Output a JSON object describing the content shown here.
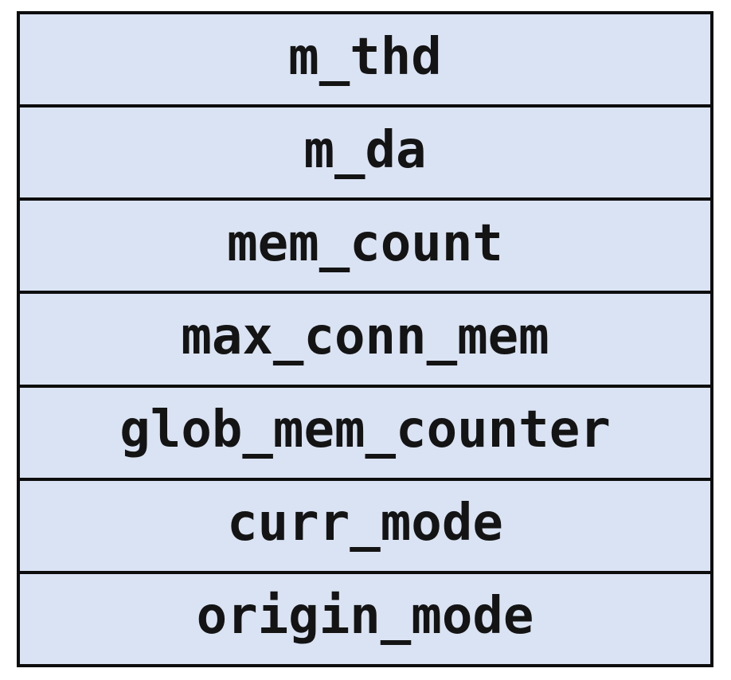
{
  "diagram": {
    "type": "struct-field-list",
    "colors": {
      "cell_bg": "#dae3f3",
      "border": "#0d0d0d",
      "text": "#141414",
      "page_bg": "#ffffff"
    },
    "rows": [
      {
        "label": "m_thd"
      },
      {
        "label": "m_da"
      },
      {
        "label": "mem_count"
      },
      {
        "label": "max_conn_mem"
      },
      {
        "label": "glob_mem_counter"
      },
      {
        "label": "curr_mode"
      },
      {
        "label": "origin_mode"
      }
    ]
  }
}
